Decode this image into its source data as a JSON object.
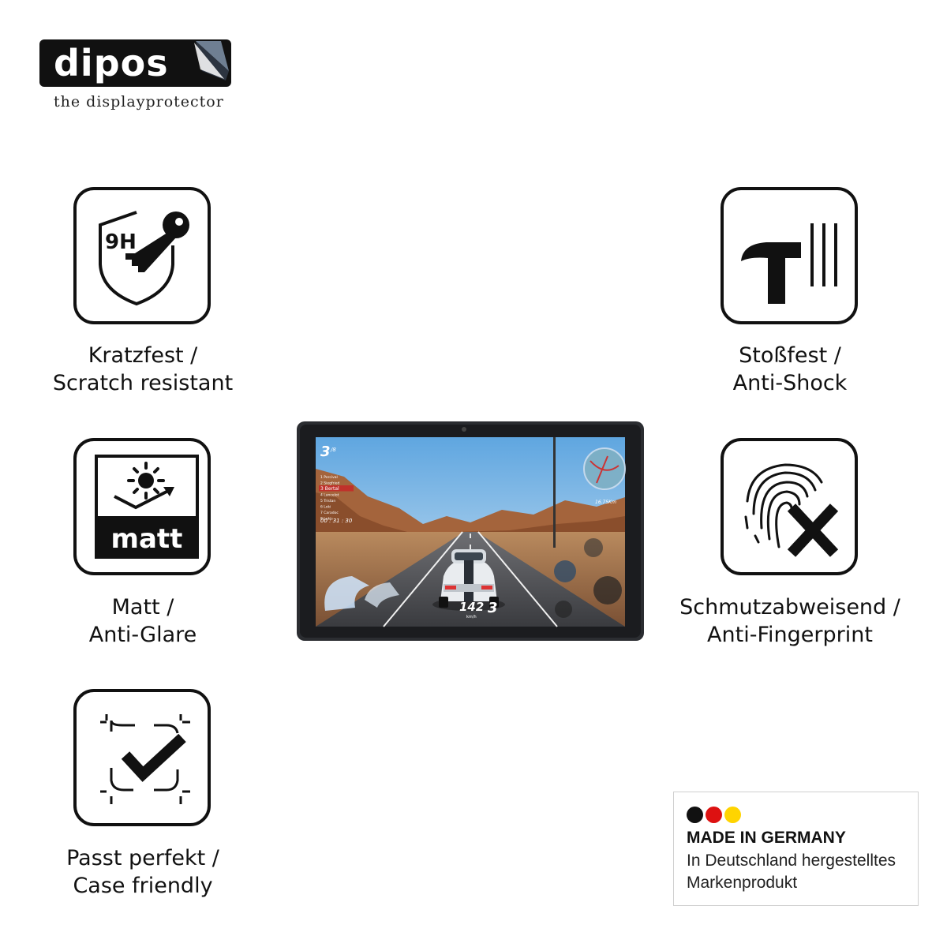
{
  "brand": {
    "name": "dipos",
    "tagline": "the displayprotector"
  },
  "features": [
    {
      "id": "scratch",
      "icon": "shield-key-9h-icon",
      "icon_text": "9H",
      "line1": "Kratzfest /",
      "line2": "Scratch resistant"
    },
    {
      "id": "matt",
      "icon": "sun-glare-matt-icon",
      "icon_text": "matt",
      "line1": "Matt /",
      "line2": "Anti-Glare"
    },
    {
      "id": "case",
      "icon": "checkmark-frame-icon",
      "line1": "Passt perfekt /",
      "line2": "Case friendly"
    },
    {
      "id": "shock",
      "icon": "hammer-icon",
      "line1": "Stoßfest /",
      "line2": "Anti-Shock"
    },
    {
      "id": "fingerprint",
      "icon": "fingerprint-x-icon",
      "line1": "Schmutzabweisend /",
      "line2": "Anti-Fingerprint"
    }
  ],
  "tablet_screen": {
    "position": "3",
    "position_suffix": "/8",
    "leaderboard": [
      "1 Percival",
      "2 Siegfried",
      "3 Bertal",
      "4 Lancelot",
      "5 Tristan",
      "6 Loki",
      "7 Caradoc",
      "8 Lukis"
    ],
    "lap_time": "00 : 31 : 30",
    "distance": "16.75Km",
    "speed": "142",
    "speed_unit": "km/h",
    "gear": "3"
  },
  "made_in": {
    "title": "MADE IN GERMANY",
    "line1": "In Deutschland hergestelltes",
    "line2": "Markenprodukt",
    "colors": [
      "#111111",
      "#dd1111",
      "#ffd400"
    ]
  }
}
